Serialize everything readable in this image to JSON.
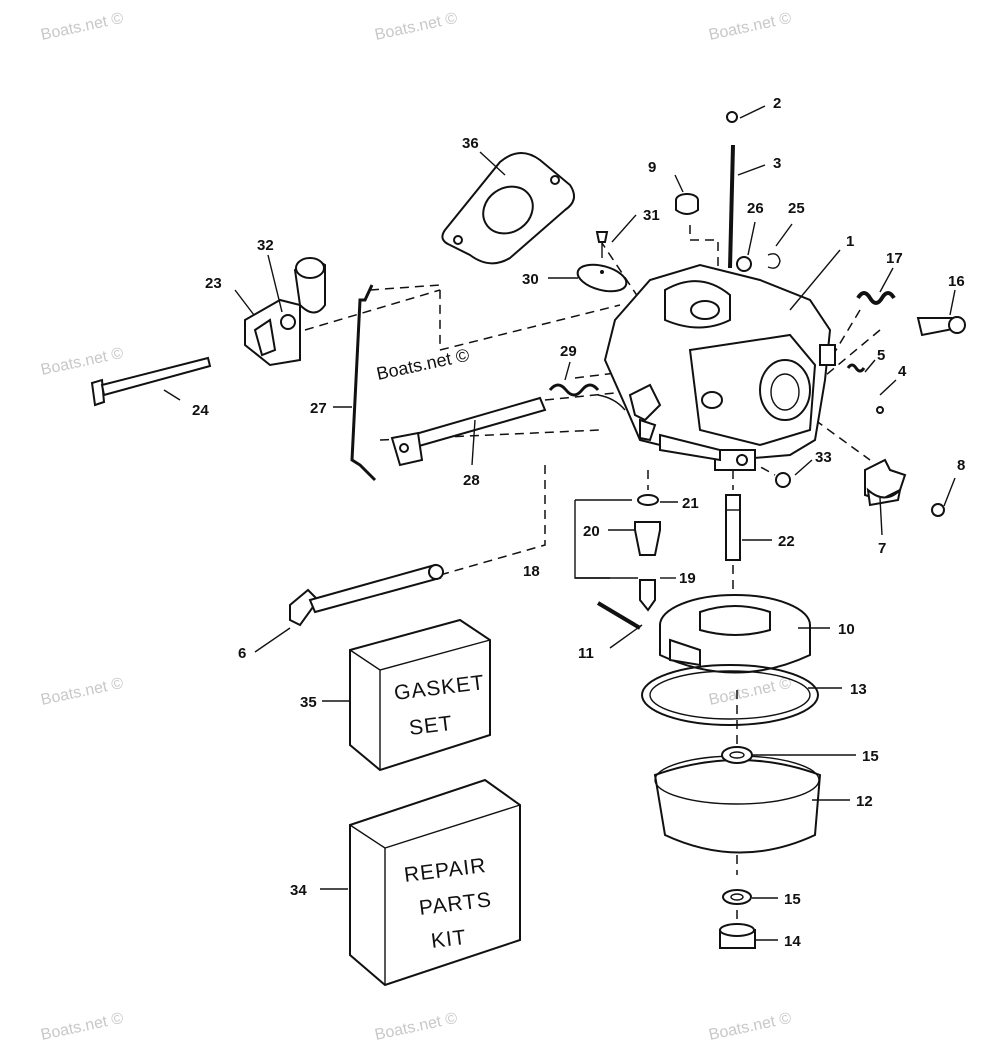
{
  "diagram": {
    "watermark": "Boats.net ©",
    "watermark_mid": "Boats.net ©",
    "box_gasket": [
      "GASKET",
      "SET"
    ],
    "box_repair": [
      "REPAIR",
      "PARTS",
      "KIT"
    ],
    "callouts": [
      "1",
      "2",
      "3",
      "4",
      "5",
      "6",
      "7",
      "8",
      "9",
      "10",
      "11",
      "12",
      "13",
      "14",
      "15",
      "15",
      "16",
      "17",
      "18",
      "19",
      "20",
      "21",
      "22",
      "23",
      "24",
      "25",
      "26",
      "27",
      "28",
      "29",
      "30",
      "31",
      "32",
      "33",
      "34",
      "35",
      "36"
    ],
    "colors": {
      "ink": "#111111",
      "watermark": "#c8c8c8",
      "paper": "#ffffff"
    }
  }
}
